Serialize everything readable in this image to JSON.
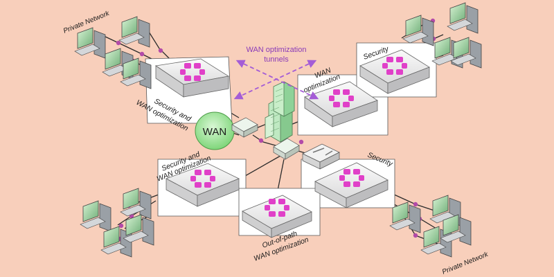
{
  "labels": {
    "private_network_top": "Private Network",
    "private_network_bottom": "Private Network",
    "wan": "WAN",
    "tunnels_line1": "WAN optimization",
    "tunnels_line2": "tunnels",
    "sec_wan_top_line1": "Security and",
    "sec_wan_top_line2": "WAN optimization",
    "wan_opt_line1": "WAN",
    "wan_opt_line2": "optimization",
    "security_top": "Security",
    "sec_wan_bottom_line1": "Security and",
    "sec_wan_bottom_line2": "WAN optimization",
    "security_bottom": "Security",
    "outofpath_line1": "Out-of-path",
    "outofpath_line2": "WAN optimization"
  },
  "colors": {
    "background": "#f8cfbb",
    "accent_magenta": "#e040c8",
    "tunnel_purple": "#a45cd6",
    "wan_green": "#8fe08a",
    "device_light": "#e9e9ea",
    "line_dark": "#2b2b2b"
  },
  "icons": {
    "appliance": "fortigate-appliance-icon",
    "computer": "desktop-computer-icon",
    "building": "datacenter-building-icon",
    "router": "router-icon",
    "switch": "switch-icon",
    "cloud": "wan-cloud-icon"
  }
}
